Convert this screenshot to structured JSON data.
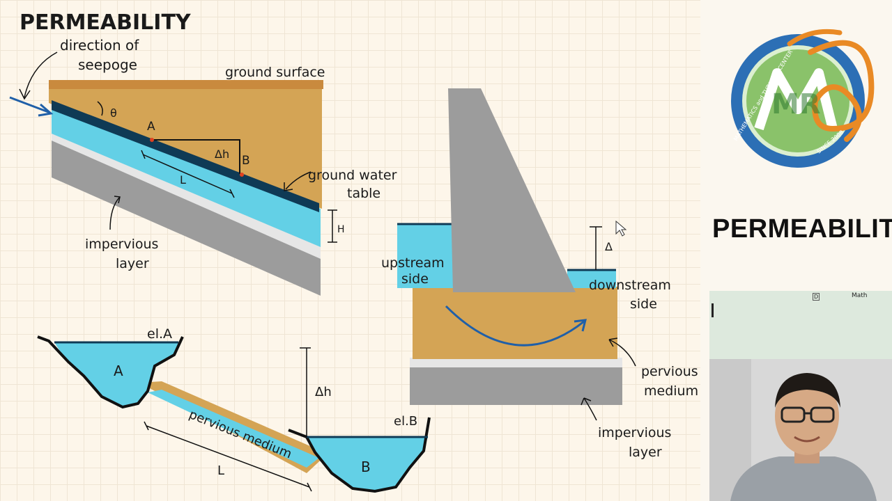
{
  "board": {
    "title": "PERMEABILITY",
    "slope": {
      "direction_line1": "direction of",
      "direction_line2": "seepoge",
      "ground_surface": "ground surface",
      "theta": "θ",
      "point_a": "A",
      "point_b": "B",
      "delta_h": "Δh",
      "length": "L",
      "gwt_line1": "ground water",
      "gwt_line2": "table",
      "thickness": "H",
      "impervious_line1": "impervious",
      "impervious_line2": "layer"
    },
    "reservoir": {
      "el_a": "el.A",
      "label_a": "A",
      "el_b": "el.B",
      "label_b": "B",
      "delta_h": "Δh",
      "medium": "pervious medium",
      "length": "L"
    },
    "dam": {
      "upstream_line1": "upstream",
      "upstream_line2": "side",
      "downstream_line1": "downstream",
      "downstream_line2": "side",
      "delta": "Δ",
      "pervious_line1": "pervious",
      "pervious_line2": "medium",
      "impervious_line1": "impervious",
      "impervious_line2": "layer"
    },
    "colors": {
      "water": "#63d0e6",
      "soil": "#d4a455",
      "rock": "#9c9c9c",
      "dark_water": "#0f3a55"
    }
  },
  "sidebar": {
    "logo": {
      "letters": "MR",
      "ring_text": "MATHEMATICS and TUTORIAL CENTER",
      "since": "SINCE 2008"
    },
    "title": "PERMEABILITY",
    "notes": {
      "tab_d": "D",
      "tab_math": "Math"
    }
  }
}
